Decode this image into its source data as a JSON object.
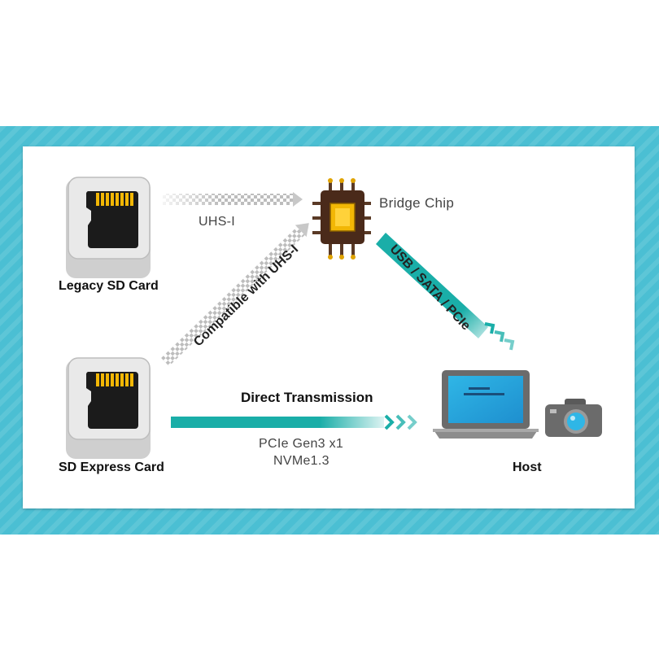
{
  "nodes": {
    "legacy_card": {
      "label": "Legacy SD Card"
    },
    "express_card": {
      "label": "SD Express Card"
    },
    "bridge_chip": {
      "label": "Bridge Chip"
    },
    "host": {
      "label": "Host"
    }
  },
  "links": {
    "legacy_to_bridge": {
      "label": "UHS-I"
    },
    "express_to_bridge": {
      "label": "Compatible with UHS-I"
    },
    "bridge_to_host": {
      "label": "USB / SATA / PCIe"
    },
    "express_to_host": {
      "title": "Direct Transmission",
      "line1": "PCIe Gen3 x1",
      "line2": "NVMe1.3"
    }
  },
  "colors": {
    "band": "#4bbfd3",
    "teal": "#1aaea8",
    "card_gold": "#f2b705",
    "chip_body": "#4a2a1a",
    "screen": "#2fb6e6"
  },
  "icons": [
    "microsd-card-icon",
    "microsd-card-icon",
    "chip-icon",
    "laptop-icon",
    "camera-icon"
  ]
}
